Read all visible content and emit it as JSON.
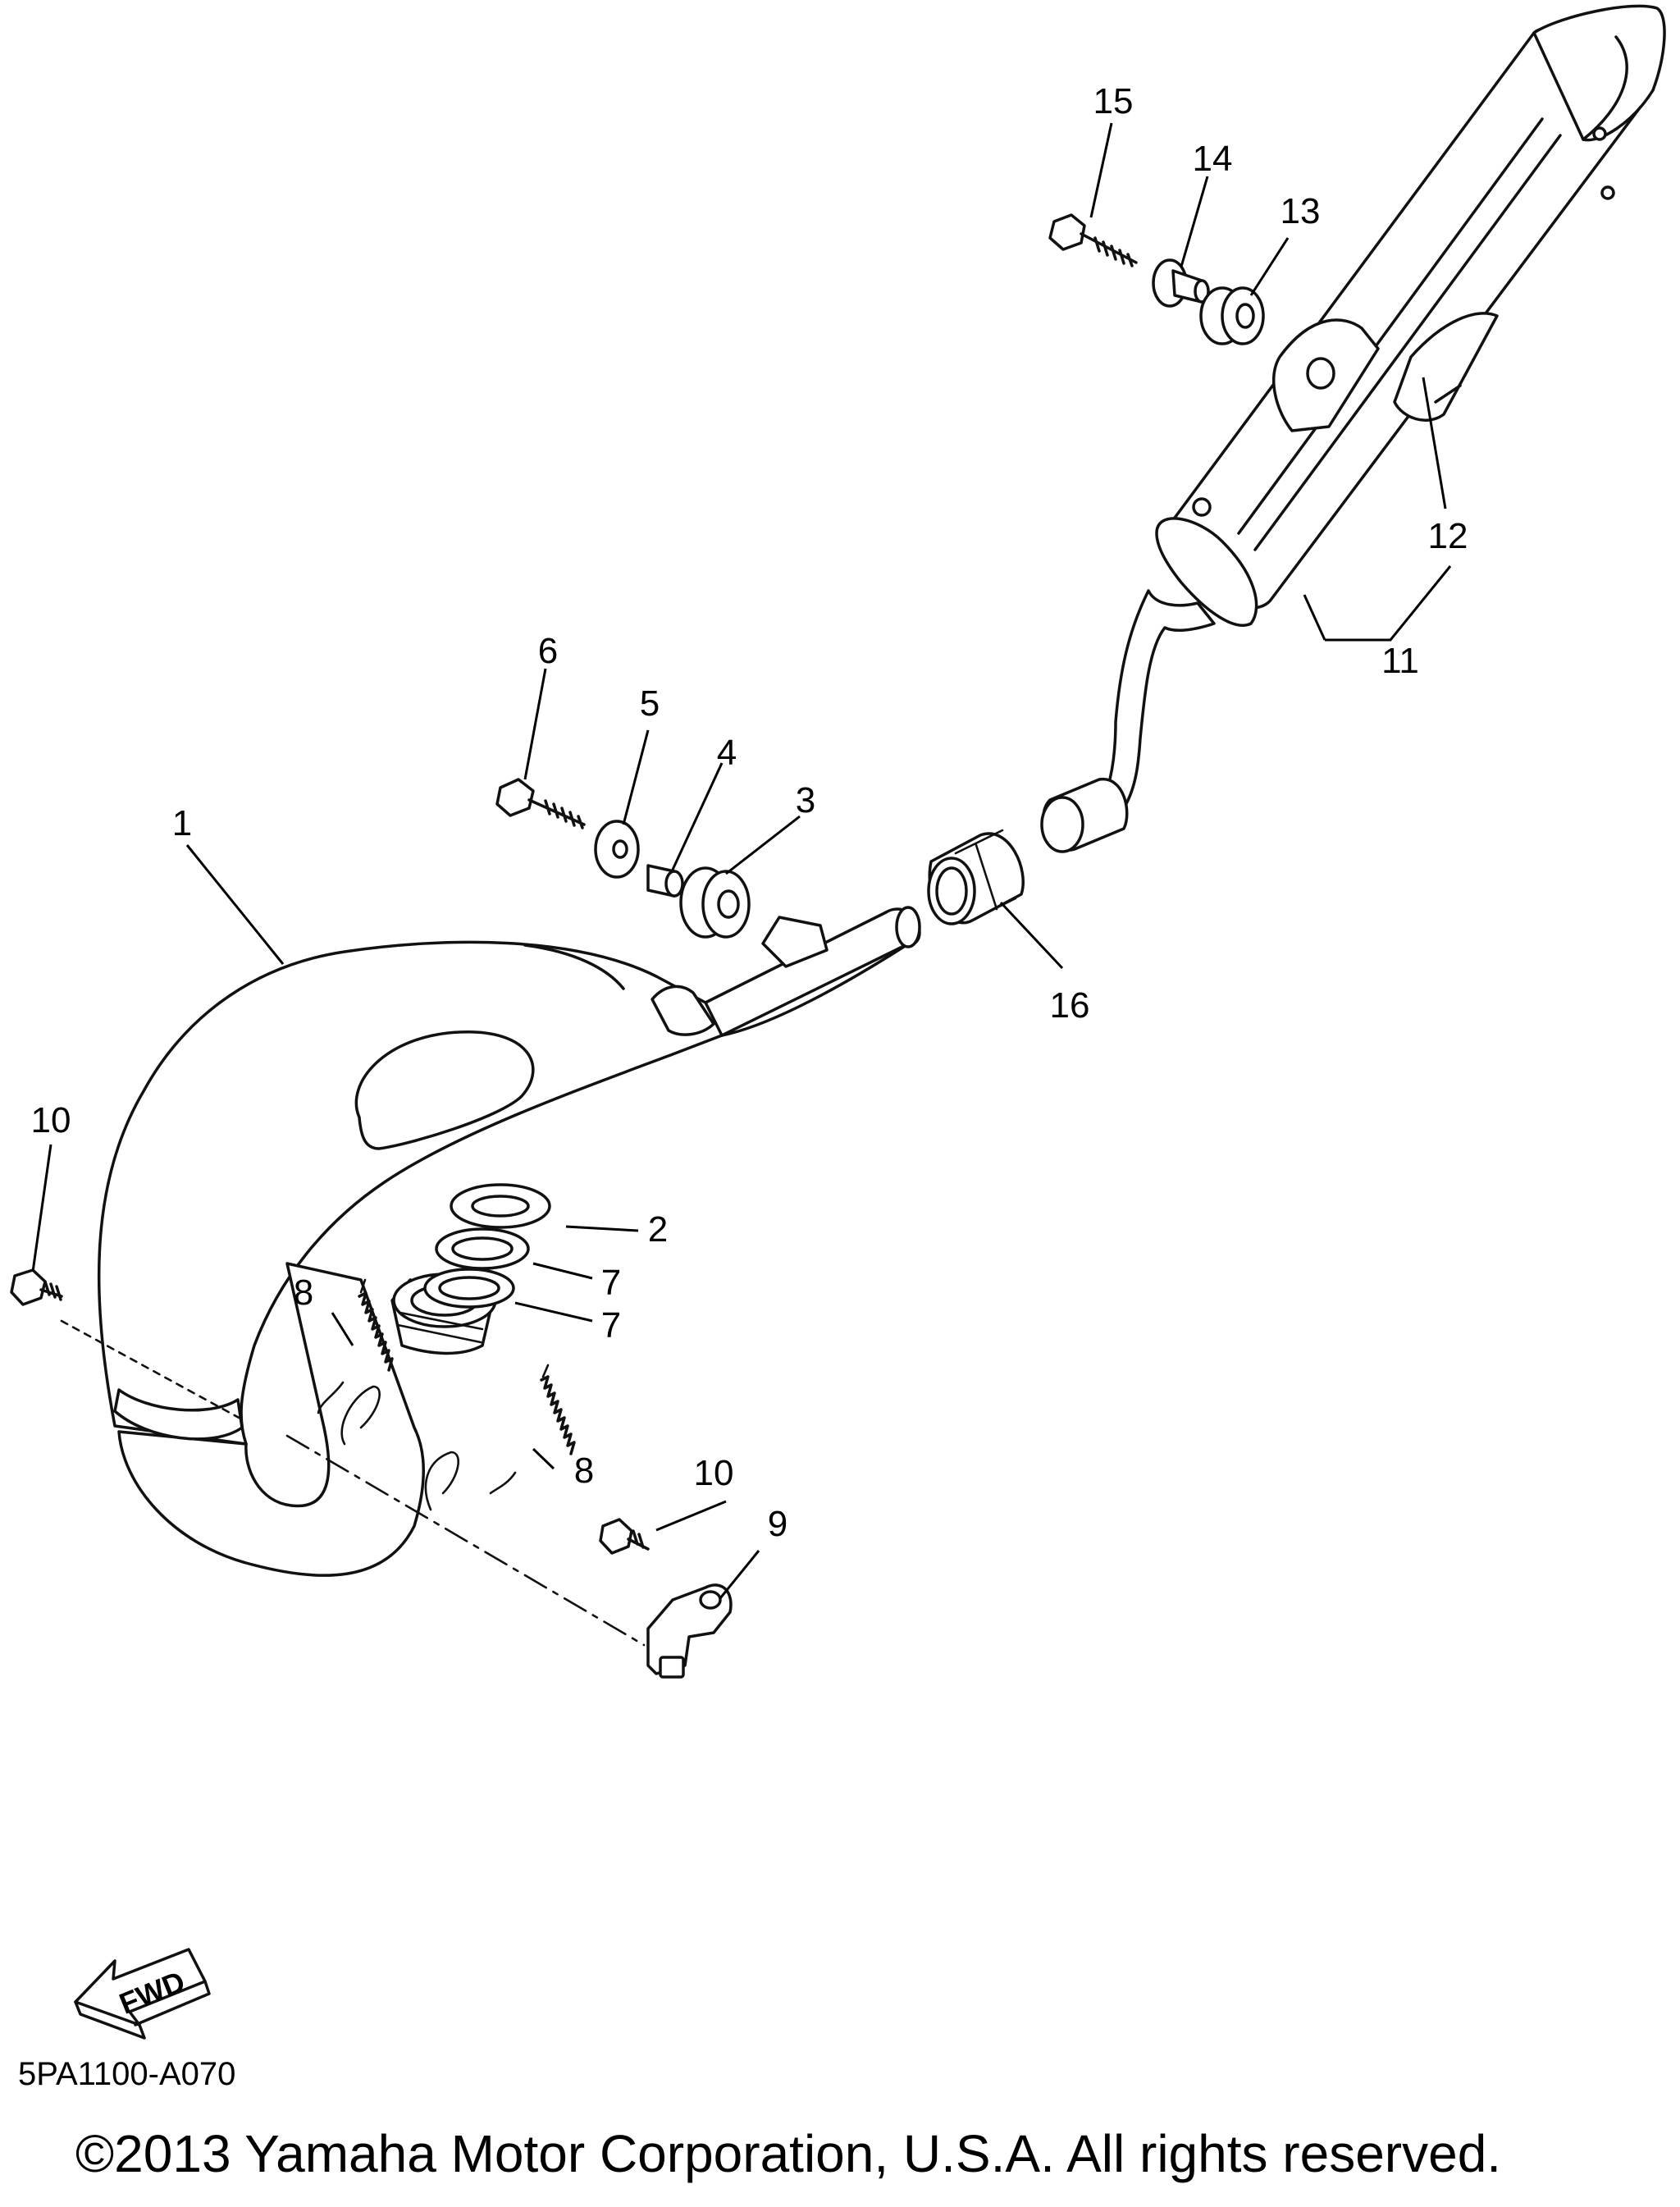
{
  "diagram": {
    "callouts": [
      {
        "id": "c1",
        "text": "1"
      },
      {
        "id": "c2",
        "text": "2"
      },
      {
        "id": "c3",
        "text": "3"
      },
      {
        "id": "c4",
        "text": "4"
      },
      {
        "id": "c5",
        "text": "5"
      },
      {
        "id": "c6",
        "text": "6"
      },
      {
        "id": "c7a",
        "text": "7"
      },
      {
        "id": "c7b",
        "text": "7"
      },
      {
        "id": "c8a",
        "text": "8"
      },
      {
        "id": "c8b",
        "text": "8"
      },
      {
        "id": "c9",
        "text": "9"
      },
      {
        "id": "c10a",
        "text": "10"
      },
      {
        "id": "c10b",
        "text": "10"
      },
      {
        "id": "c11",
        "text": "11"
      },
      {
        "id": "c12",
        "text": "12"
      },
      {
        "id": "c13",
        "text": "13"
      },
      {
        "id": "c14",
        "text": "14"
      },
      {
        "id": "c15",
        "text": "15"
      },
      {
        "id": "c16",
        "text": "16"
      }
    ],
    "fwd_label": "FWD"
  },
  "footer": {
    "code": "5PA1100-A070",
    "copyright": "©2013 Yamaha Motor Corporation, U.S.A. All rights reserved."
  }
}
